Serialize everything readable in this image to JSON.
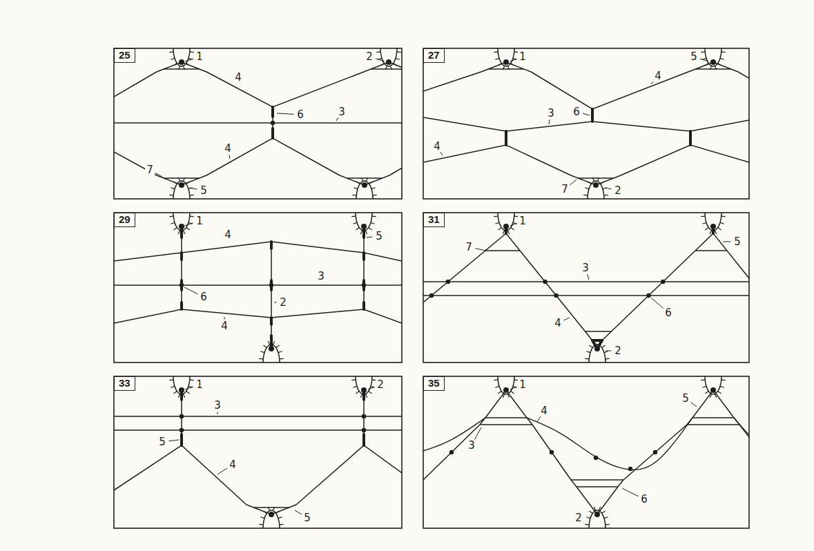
{
  "diagram": {
    "nodes": [
      {
        "text": [
          "25"
        ]
      },
      {
        "text": [
          "27"
        ]
      },
      {
        "text": [
          "29"
        ]
      },
      {
        "text": [
          "31"
        ]
      },
      {
        "text": [
          "33"
        ]
      },
      {
        "text": [
          "35"
        ]
      }
    ],
    "labels": [
      "1",
      "2",
      "4",
      "6",
      "3",
      "7",
      "4",
      "5",
      "1",
      "5",
      "4",
      "6",
      "3",
      "4",
      "7",
      "2",
      "1",
      "5",
      "4",
      "6",
      "3",
      "2",
      "4",
      "1",
      "5",
      "7",
      "3",
      "6",
      "4",
      "2",
      "1",
      "2",
      "3",
      "5",
      "4",
      "5",
      "1",
      "5",
      "4",
      "3",
      "6",
      "2"
    ]
  }
}
